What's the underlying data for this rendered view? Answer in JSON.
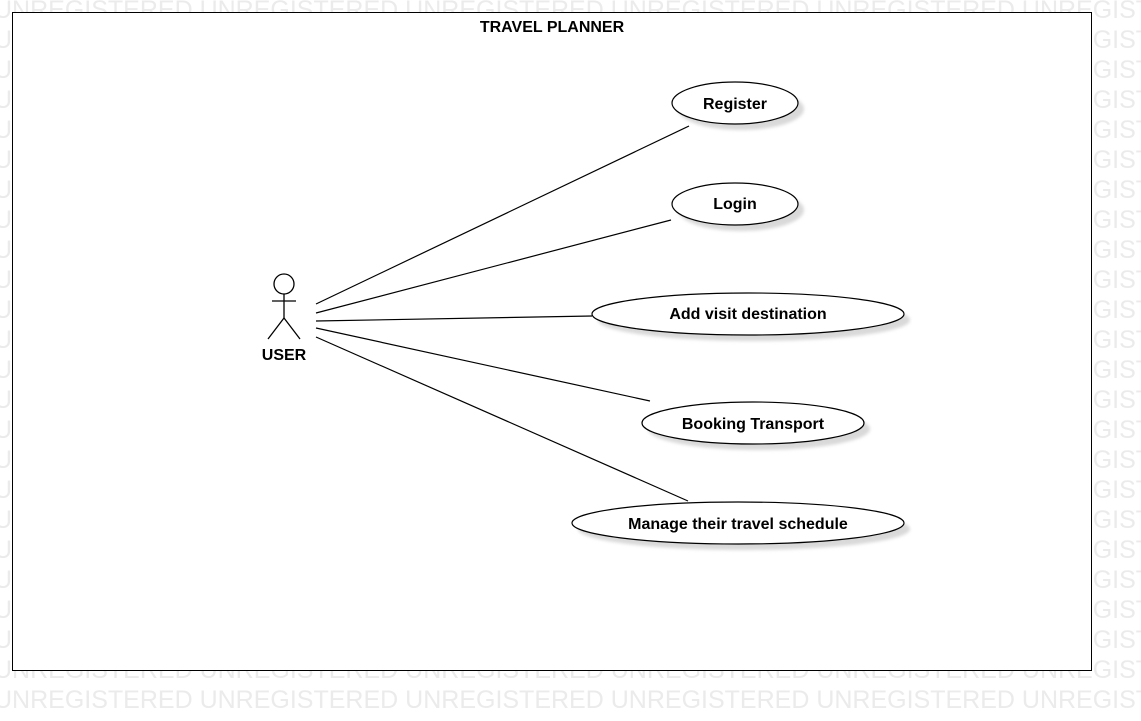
{
  "system": {
    "title": "TRAVEL PLANNER"
  },
  "actor": {
    "label": "USER"
  },
  "use_cases": [
    {
      "id": "register",
      "label": "Register"
    },
    {
      "id": "login",
      "label": "Login"
    },
    {
      "id": "add-visit-destination",
      "label": "Add visit destination"
    },
    {
      "id": "booking-transport",
      "label": "Booking Transport"
    },
    {
      "id": "manage-travel-schedule",
      "label": "Manage their travel schedule"
    }
  ],
  "watermark": {
    "text": "UNREGISTERED"
  },
  "colors": {
    "line": "#000000",
    "ellipse_fill": "#ffffff",
    "shadow": "#d9d9d9",
    "watermark": "#ebebeb"
  }
}
